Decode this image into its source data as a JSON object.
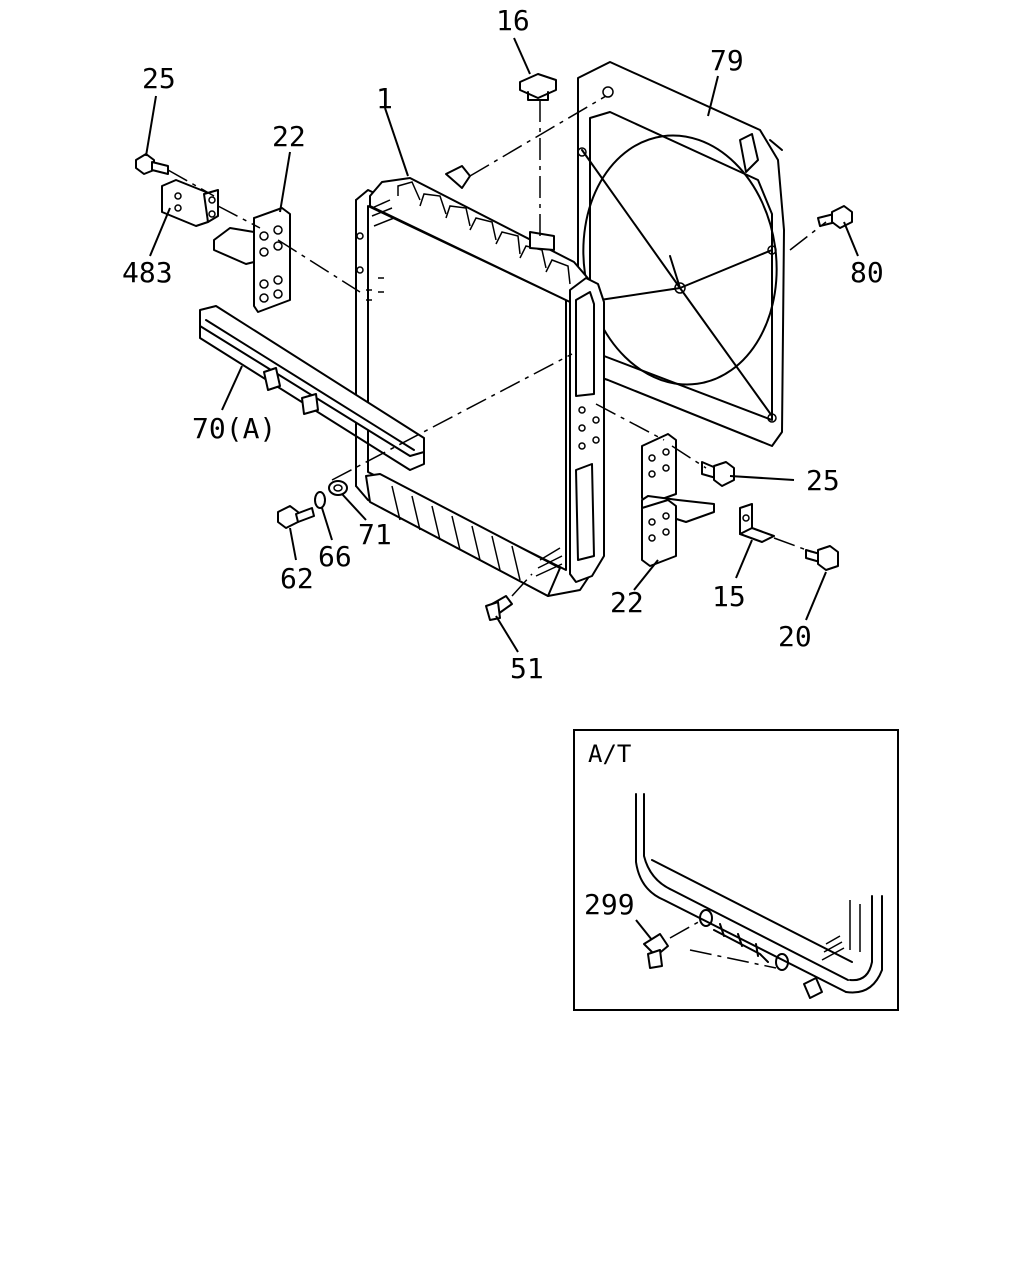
{
  "diagram": {
    "callouts": {
      "c1": "1",
      "c16": "16",
      "c79": "79",
      "c25_top": "25",
      "c22_top": "22",
      "c483": "483",
      "c80": "80",
      "c70": "70(A)",
      "c71": "71",
      "c66": "66",
      "c62": "62",
      "c51": "51",
      "c25_right": "25",
      "c22_bottom": "22",
      "c15": "15",
      "c20": "20",
      "c299": "299"
    },
    "inset": {
      "title": "A/T"
    }
  }
}
